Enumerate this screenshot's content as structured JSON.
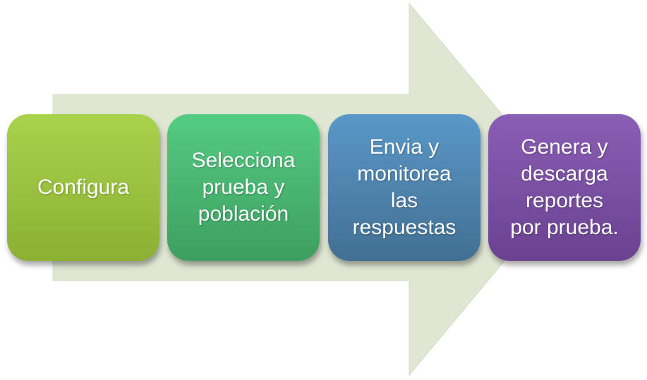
{
  "diagram": {
    "arrow_color": "#dfe7d3",
    "steps": [
      {
        "label": "Configura",
        "color_top": "#a9d24c",
        "color_bottom": "#8bb032"
      },
      {
        "label": "Selecciona\nprueba y\npoblación",
        "color_top": "#55cc82",
        "color_bottom": "#3d9e60"
      },
      {
        "label": "Envia y\nmonitorea\nlas\nrespuestas",
        "color_top": "#5a98c8",
        "color_bottom": "#426f93"
      },
      {
        "label": "Genera y\ndescarga\nreportes\npor prueba.",
        "color_top": "#8a5eb5",
        "color_bottom": "#6a4290"
      }
    ]
  }
}
